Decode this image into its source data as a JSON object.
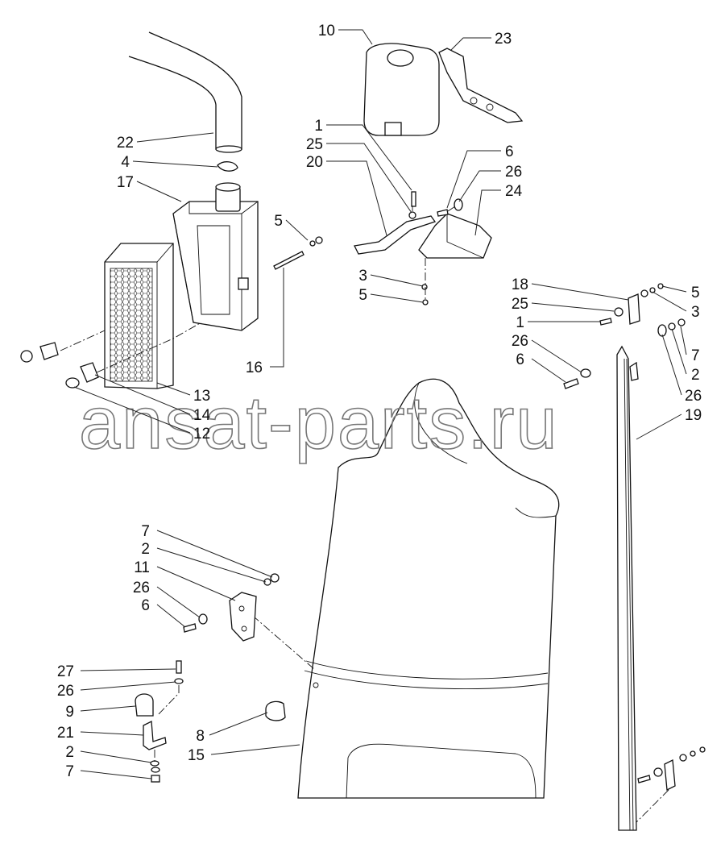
{
  "watermark": "ansat-parts.ru",
  "labels": [
    "10",
    "23",
    "22",
    "4",
    "17",
    "1",
    "25",
    "20",
    "5",
    "6",
    "26",
    "24",
    "3",
    "5",
    "18",
    "25",
    "1",
    "26",
    "6",
    "5",
    "3",
    "7",
    "2",
    "26",
    "19",
    "16",
    "13",
    "14",
    "12",
    "7",
    "2",
    "11",
    "26",
    "6",
    "27",
    "26",
    "9",
    "21",
    "2",
    "7",
    "8",
    "15"
  ]
}
